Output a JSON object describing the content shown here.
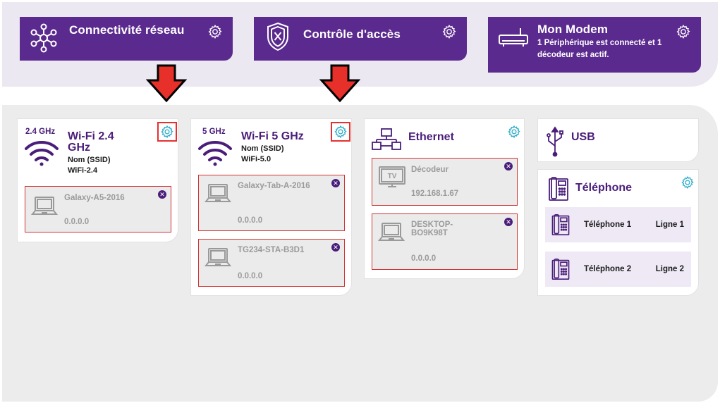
{
  "colors": {
    "brand_purple": "#5b2a8e",
    "accent_teal": "#26a9c8",
    "highlight_red": "#e53030",
    "arrow_red": "#e8302a"
  },
  "top_cards": {
    "connectivity": {
      "title": "Connectivité réseau",
      "icon": "network-icon",
      "gear_icon": "gear-icon"
    },
    "access_control": {
      "title": "Contrôle d'accès",
      "icon": "shield-icon",
      "gear_icon": "gear-icon"
    },
    "modem": {
      "title": "Mon Modem",
      "subtitle": "1 Périphérique est connecté et 1 décodeur est actif.",
      "icon": "modem-icon",
      "gear_icon": "gear-icon"
    }
  },
  "wifi24": {
    "badge": "2.4 GHz",
    "title": "Wi-Fi 2.4 GHz",
    "ssid_label": "Nom (SSID)",
    "ssid_value": "WiFi-2.4",
    "devices": [
      {
        "name": "Galaxy-A5-2016",
        "ip": "0.0.0.0",
        "icon": "laptop-icon"
      }
    ]
  },
  "wifi5": {
    "badge": "5 GHz",
    "title": "Wi-Fi 5 GHz",
    "ssid_label": "Nom (SSID)",
    "ssid_value": "WiFi-5.0",
    "devices": [
      {
        "name": "Galaxy-Tab-A-2016",
        "ip": "0.0.0.0",
        "icon": "laptop-icon"
      },
      {
        "name": "TG234-STA-B3D1",
        "ip": "0.0.0.0",
        "icon": "laptop-icon"
      }
    ]
  },
  "ethernet": {
    "title": "Ethernet",
    "devices": [
      {
        "name": "Décodeur",
        "ip": "192.168.1.67",
        "icon": "tv-icon",
        "tv_label": "TV"
      },
      {
        "name": "DESKTOP-BO9K98T",
        "ip": "0.0.0.0",
        "icon": "laptop-icon"
      }
    ]
  },
  "usb": {
    "title": "USB"
  },
  "telephone": {
    "title": "Téléphone",
    "lines": [
      {
        "name": "Téléphone 1",
        "line": "Ligne 1"
      },
      {
        "name": "Téléphone 2",
        "line": "Ligne 2"
      }
    ]
  }
}
